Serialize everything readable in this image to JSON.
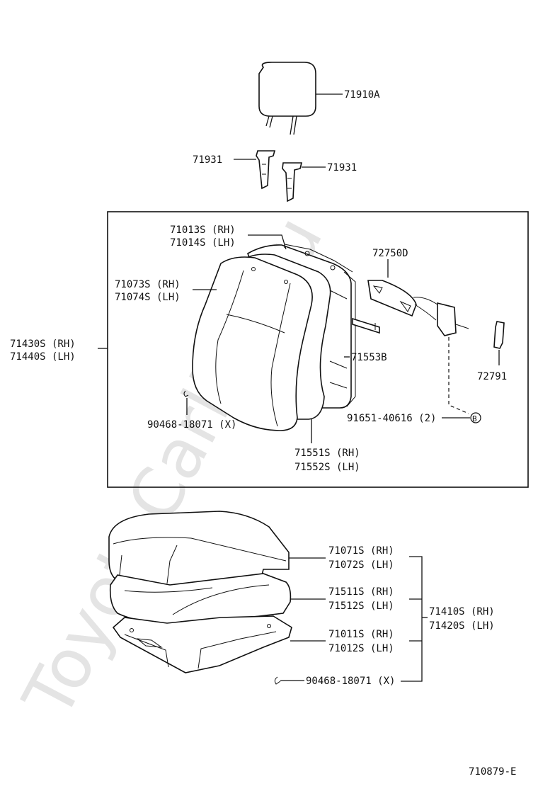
{
  "watermark": "ToyotaCarline.ru",
  "figure_code": "710879-E",
  "labels": {
    "headrest": "71910A",
    "support_left": "71931",
    "support_right": "71931",
    "frame_rh": "71013S (RH)",
    "frame_lh": "71014S (LH)",
    "cover_rh": "71073S (RH)",
    "cover_lh": "71074S (LH)",
    "back_assy_rh": "71430S (RH)",
    "back_assy_lh": "71440S (LH)",
    "recliner": "72750D",
    "knob": "72791",
    "bracket": "71553B",
    "clip_back": "90468-18071 (X)",
    "bolt": "91651-40616 (2)",
    "ref_b": "B",
    "pad_rh": "71551S (RH)",
    "pad_lh": "71552S (LH)",
    "cush_cover_rh": "71071S (RH)",
    "cush_cover_lh": "71072S (LH)",
    "cush_pad_rh": "71511S (RH)",
    "cush_pad_lh": "71512S (LH)",
    "cush_assy_rh": "71410S (RH)",
    "cush_assy_lh": "71420S (LH)",
    "cush_frame_rh": "71011S (RH)",
    "cush_frame_lh": "71012S (LH)",
    "clip_cushion": "90468-18071 (X)"
  }
}
